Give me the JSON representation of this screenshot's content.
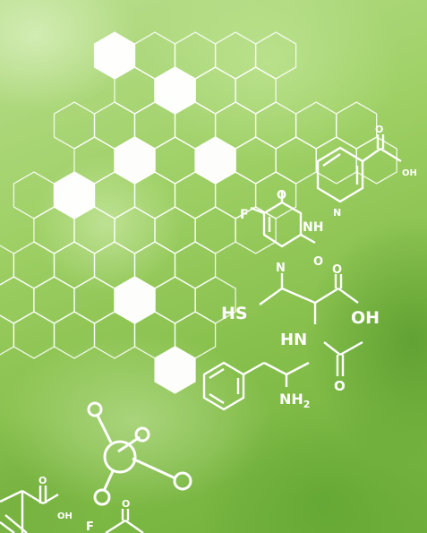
{
  "colors": {
    "line": "#ffffff",
    "background_light": "#b9de8e",
    "background_dark": "#6fae3a"
  },
  "labels": {
    "fluoro_top": "F",
    "nh": "NH",
    "n_ring": "N",
    "o_top": "O",
    "o_ring": "O",
    "sh": "HS",
    "acid_o": "O",
    "acid_oh": "OH",
    "hn": "HN",
    "amide_o": "O",
    "nh2_main": "NH",
    "nh2_sub": "2",
    "nicotinic_o": "O",
    "nicotinic_oh": "OH",
    "nicotinic_n": "N",
    "bottom_o": "O",
    "bottom_oh": "OH",
    "bottom_f": "F",
    "bottom_o2": "O"
  }
}
